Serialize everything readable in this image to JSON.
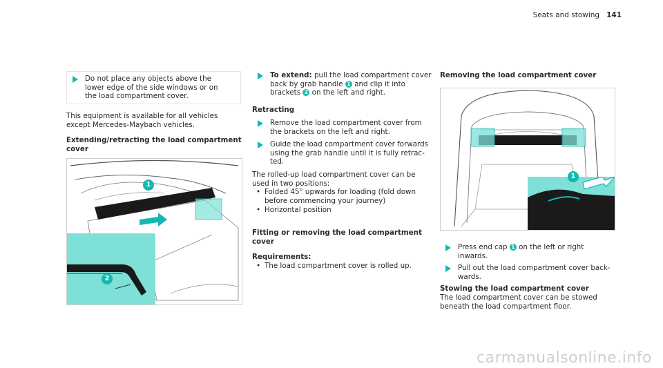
{
  "header": {
    "section": "Seats and stowing",
    "page": "141"
  },
  "col1": {
    "step1": {
      "line1": "Do not place any objects above the",
      "line2": "lower edge of the side windows or on",
      "line3": "the load compartment cover."
    },
    "para1": {
      "line1": "This equipment is available for all vehicles",
      "line2": "except Mercedes-Maybach vehicles."
    },
    "heading": {
      "line1": "Extending/retracting the load compartment",
      "line2": "cover"
    }
  },
  "col2": {
    "extend": {
      "label": "To extend:",
      "line1a": "pull the load compartment cover",
      "line2a": "back by grab handle",
      "line2b": "and clip it into",
      "line3a": "brackets",
      "line3b": "on the left and right."
    },
    "retracting_heading": "Retracting",
    "step_remove": {
      "line1": "Remove the load compartment cover from",
      "line2": "the brackets on the left and right."
    },
    "step_guide": {
      "line1": "Guide the load compartment cover forwards",
      "line2": "using the grab handle until it is fully retrac-",
      "line3": "ted."
    },
    "para": {
      "line1": "The rolled-up load compartment cover can be",
      "line2": "used in two positions:"
    },
    "bullets": {
      "b1_line1": "Folded 45° upwards for loading (fold down",
      "b1_line2": "before commencing your journey)",
      "b2": "Horizontal position"
    },
    "fitting_heading": {
      "line1": "Fitting or removing the load compartment",
      "line2": "cover"
    },
    "requirements_heading": "Requirements:",
    "req_bullet": "The load compartment cover is rolled up."
  },
  "col3": {
    "heading": "Removing the load compartment cover",
    "step_press": {
      "line1a": "Press end cap",
      "line1b": "on the left or right",
      "line2": "inwards."
    },
    "step_pull": {
      "line1": "Pull out the load compartment cover back-",
      "line2": "wards."
    },
    "stowing_heading": "Stowing the load compartment cover",
    "stowing": {
      "line1": "The load compartment cover can be stowed",
      "line2": "beneath the load compartment floor."
    }
  },
  "callouts": {
    "one": "1",
    "two": "2"
  },
  "watermark": "carmanualsonline.info",
  "colors": {
    "accent": "#14b8b0",
    "inset": "#7ee0d6"
  }
}
